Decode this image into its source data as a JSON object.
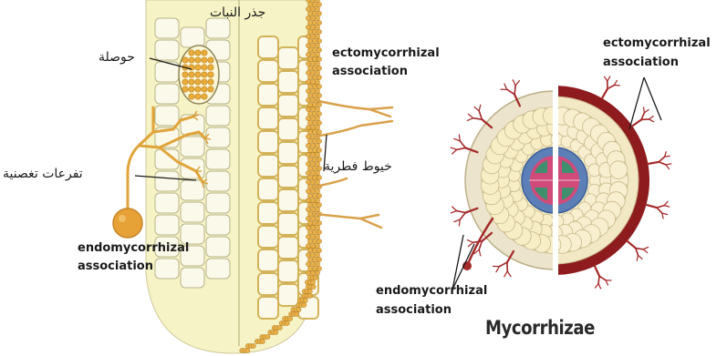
{
  "labels": {
    "root_ar": "جذر النبات",
    "vesicle_ar": "حوصلة",
    "arbuscules_ar": "تفرعات تغصنية",
    "hyphae_ar": "خيوط فطرية",
    "ecto_left_line1": "ectomycorrhizal",
    "ecto_left_line2": "association",
    "endo_left_line1": "endomycorrhizal",
    "endo_left_line2": "association",
    "ecto_right_line1": "ectomycorrhizal",
    "ecto_right_line2": "association",
    "endo_right_line1": "endomycorrhizal",
    "endo_right_line2": "association",
    "title": "Mycorrhizae"
  },
  "colors": {
    "root_fill": "#f6f4c6",
    "cell_fill": "#fbf9ea",
    "cell_stroke": "#b8b38a",
    "fungus_orange": "#e8ad3a",
    "fungus_dark": "#c4821f",
    "mantle_red": "#8e1c1e",
    "hyphae_red": "#a52a2a",
    "stele_blue": "#5d7fb8",
    "stele_green": "#4a9a7a",
    "stele_pink": "#d04a7a"
  }
}
